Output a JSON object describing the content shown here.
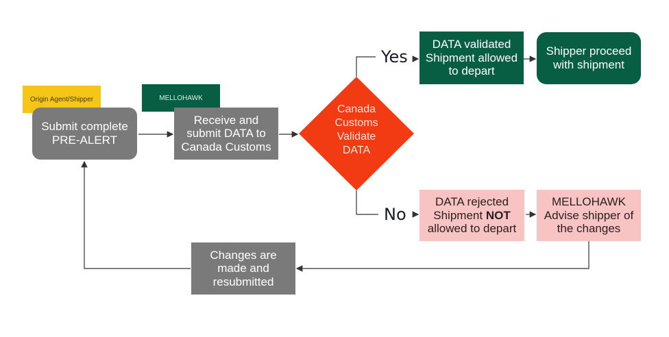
{
  "tags": {
    "origin": "Origin Agent/Shipper",
    "mellohawk": "MELLOHAWK"
  },
  "nodes": {
    "submit": [
      "Submit complete",
      "PRE-ALERT"
    ],
    "receive": [
      "Receive and",
      "submit DATA to",
      "Canada Customs"
    ],
    "validate": [
      "Canada",
      "Customs",
      "Validate",
      "DATA"
    ],
    "validated": [
      "DATA validated",
      "Shipment allowed",
      "to depart"
    ],
    "proceed": [
      "Shipper proceed",
      "with shipment"
    ],
    "rejected": {
      "line1": "DATA rejected",
      "line2_prefix": "Shipment ",
      "line2_bold": "NOT",
      "line3": "allowed to depart"
    },
    "advise": [
      "MELLOHAWK",
      "Advise shipper of",
      "the changes"
    ],
    "changes": [
      "Changes are",
      "made and",
      "resubmitted"
    ]
  },
  "branch_labels": {
    "yes": "Yes",
    "no": "No"
  },
  "colors": {
    "gray": "#7a7a7a",
    "dark_green": "#075e43",
    "pink": "#f7c3c3",
    "diamond_red": "#f23b12",
    "tag_yellow": "#f5c518"
  }
}
